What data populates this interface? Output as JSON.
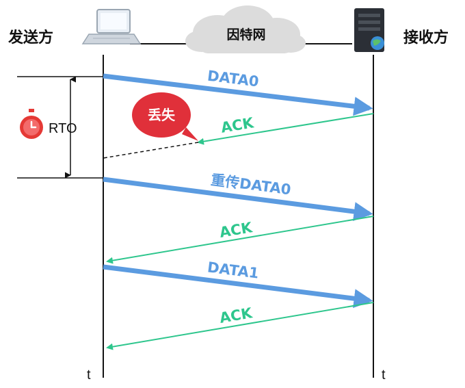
{
  "participants": {
    "sender": "发送方",
    "network": "因特网",
    "receiver": "接收方"
  },
  "timer": {
    "label": "RTO"
  },
  "loss_bubble": {
    "label": "丢失"
  },
  "messages": [
    {
      "label": "DATA0",
      "color": "#5b9be0"
    },
    {
      "label": "ACK",
      "color": "#2ec68d"
    },
    {
      "label": "重传DATA0",
      "color": "#5b9be0"
    },
    {
      "label": "ACK",
      "color": "#2ec68d"
    },
    {
      "label": "DATA1",
      "color": "#5b9be0"
    },
    {
      "label": "ACK",
      "color": "#2ec68d"
    }
  ],
  "timeline_labels": {
    "sender_t": "t",
    "receiver_t": "t"
  },
  "colors": {
    "data_arrow": "#5b9be0",
    "ack_arrow": "#2ec68d",
    "loss_bubble": "#e0303a",
    "timer_icon": "#e53935",
    "cloud": "#dcdcdc"
  }
}
